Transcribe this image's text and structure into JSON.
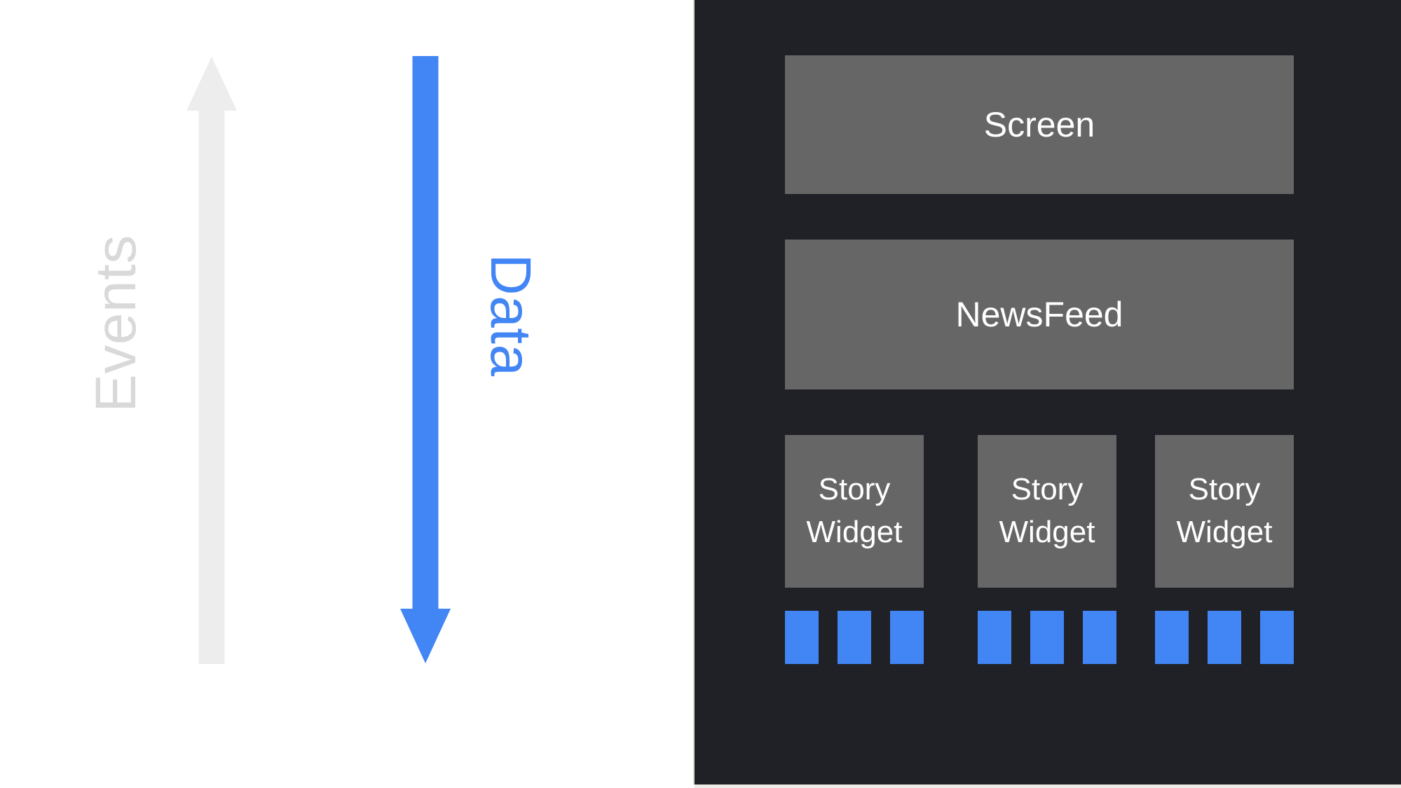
{
  "slide": {
    "kind": "architecture-diagram",
    "left_panel": {
      "events_label": "Events",
      "events_arrow_direction": "up",
      "data_label": "Data",
      "data_arrow_direction": "down"
    },
    "right_panel": {
      "screen_label": "Screen",
      "newsfeed_label": "NewsFeed",
      "story_widgets": [
        {
          "label": "Story Widget",
          "item_squares": 3
        },
        {
          "label": "Story Widget",
          "item_squares": 3
        },
        {
          "label": "Story Widget",
          "item_squares": 3
        }
      ]
    }
  },
  "colors": {
    "white": "#ffffff",
    "dark_bg": "#1f2126",
    "box_gray": "#666666",
    "blue": "#4285f4",
    "arrow_gray": "#ededed",
    "events_gray": "#d9d9d9",
    "edge_line": "#d8d5cf",
    "bottom_strip": "#edebe7"
  }
}
